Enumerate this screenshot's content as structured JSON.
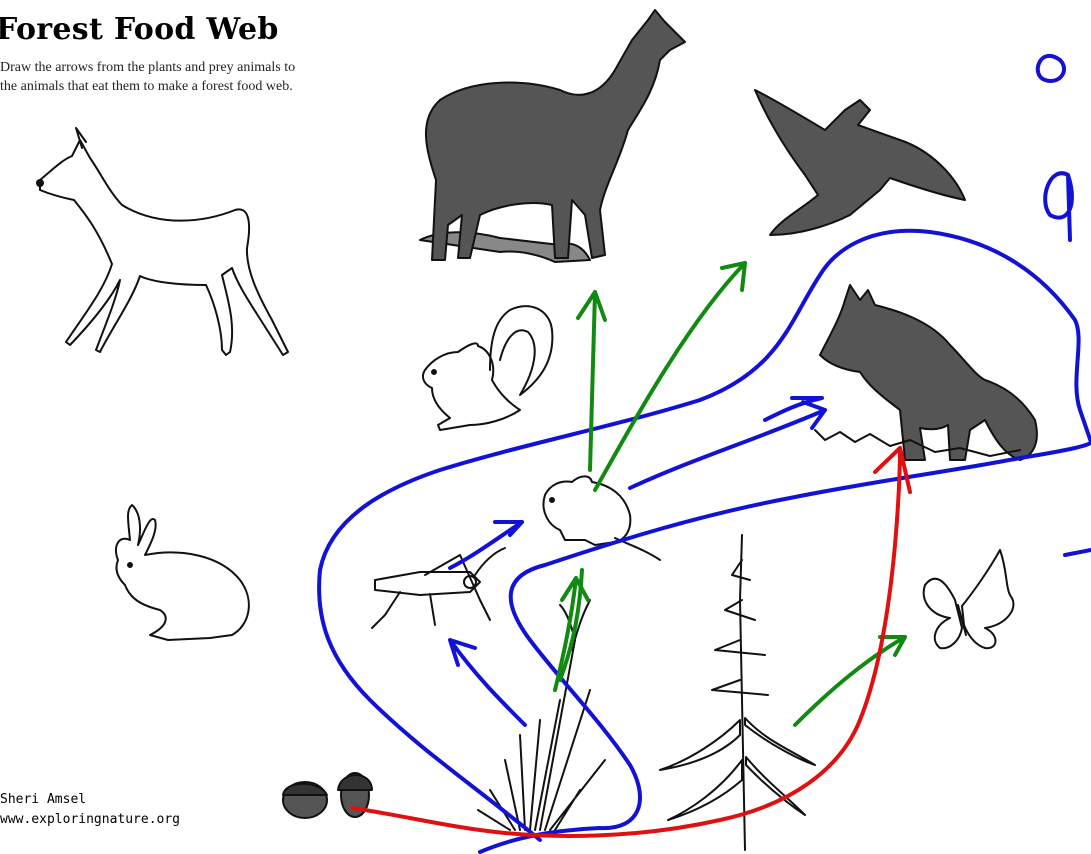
{
  "worksheet": {
    "title": "Forest Food Web",
    "instructions": "Draw the arrows from the plants and prey animals to the animals that eat them to make a forest food web.",
    "credit_name": "Sheri Amsel",
    "credit_url": "www.exploringnature.org"
  },
  "organisms": [
    "deer",
    "rabbit",
    "wolf",
    "hawk",
    "squirrel",
    "fox",
    "mouse",
    "grasshopper",
    "grass",
    "fireweed",
    "butterfly",
    "acorns"
  ],
  "arrow_colors": {
    "blue": "#1212d6",
    "green": "#118a11",
    "red": "#e01010"
  }
}
